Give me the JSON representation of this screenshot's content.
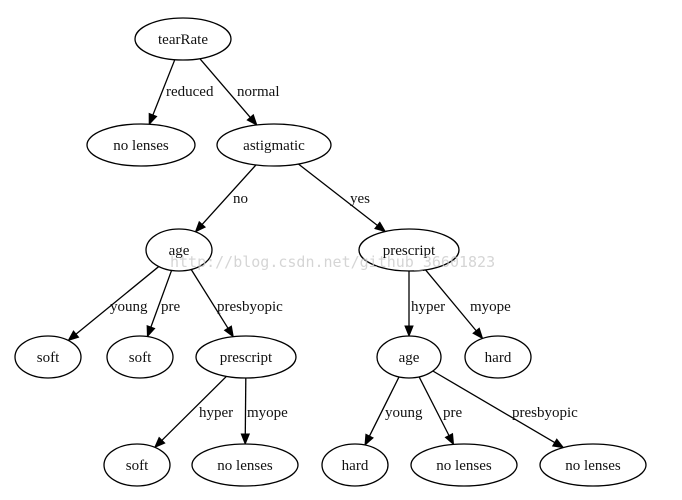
{
  "diagram": {
    "nodes": [
      {
        "id": "n_tearRate",
        "label": "tearRate"
      },
      {
        "id": "n_nolenses1",
        "label": "no lenses"
      },
      {
        "id": "n_astigmatic",
        "label": "astigmatic"
      },
      {
        "id": "n_age1",
        "label": "age"
      },
      {
        "id": "n_prescript1",
        "label": "prescript"
      },
      {
        "id": "n_soft1",
        "label": "soft"
      },
      {
        "id": "n_soft2",
        "label": "soft"
      },
      {
        "id": "n_prescript2",
        "label": "prescript"
      },
      {
        "id": "n_soft3",
        "label": "soft"
      },
      {
        "id": "n_nolenses2",
        "label": "no lenses"
      },
      {
        "id": "n_age2",
        "label": "age"
      },
      {
        "id": "n_hard1",
        "label": "hard"
      },
      {
        "id": "n_hard2",
        "label": "hard"
      },
      {
        "id": "n_nolenses3",
        "label": "no lenses"
      },
      {
        "id": "n_nolenses4",
        "label": "no lenses"
      }
    ],
    "edges": [
      {
        "from": "n_tearRate",
        "to": "n_nolenses1",
        "label": "reduced"
      },
      {
        "from": "n_tearRate",
        "to": "n_astigmatic",
        "label": "normal"
      },
      {
        "from": "n_astigmatic",
        "to": "n_age1",
        "label": "no"
      },
      {
        "from": "n_astigmatic",
        "to": "n_prescript1",
        "label": "yes"
      },
      {
        "from": "n_age1",
        "to": "n_soft1",
        "label": "young"
      },
      {
        "from": "n_age1",
        "to": "n_soft2",
        "label": "pre"
      },
      {
        "from": "n_age1",
        "to": "n_prescript2",
        "label": "presbyopic"
      },
      {
        "from": "n_prescript2",
        "to": "n_soft3",
        "label": "hyper"
      },
      {
        "from": "n_prescript2",
        "to": "n_nolenses2",
        "label": "myope"
      },
      {
        "from": "n_prescript1",
        "to": "n_age2",
        "label": "hyper"
      },
      {
        "from": "n_prescript1",
        "to": "n_hard1",
        "label": "myope"
      },
      {
        "from": "n_age2",
        "to": "n_hard2",
        "label": "young"
      },
      {
        "from": "n_age2",
        "to": "n_nolenses3",
        "label": "pre"
      },
      {
        "from": "n_age2",
        "to": "n_nolenses4",
        "label": "presbyopic"
      }
    ]
  },
  "watermark": {
    "text": "http://blog.csdn.net/github_36601823"
  }
}
